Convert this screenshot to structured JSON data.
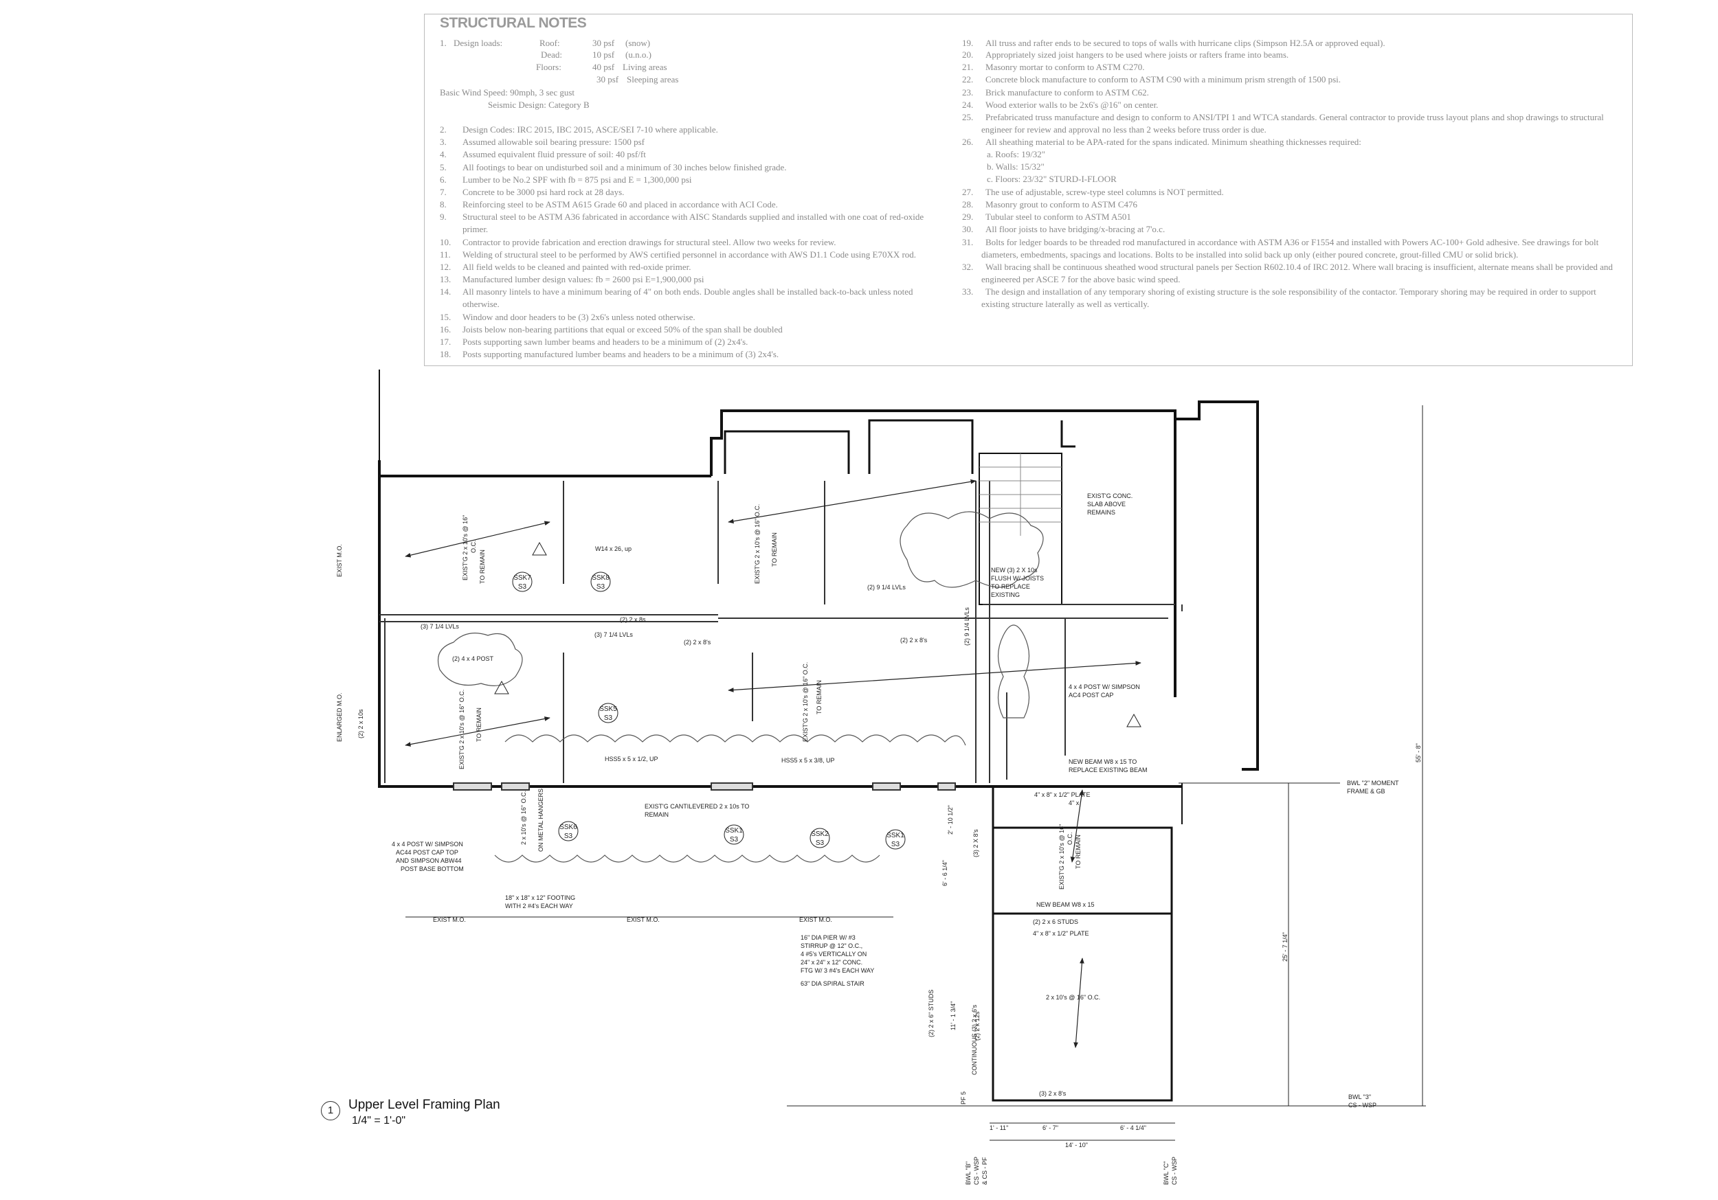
{
  "notes": {
    "title": "STRUCTURAL NOTES",
    "left": [
      {
        "n": "1.",
        "t": "Design loads:"
      },
      {
        "t": "Roof:"
      },
      {
        "t": "30 psf"
      },
      {
        "t": "(snow)"
      },
      {
        "t": "Dead:"
      },
      {
        "t": "10 psf"
      },
      {
        "t": "(u.n.o.)"
      },
      {
        "t": "Floors:"
      },
      {
        "t": "40 psf"
      },
      {
        "t": "Living areas"
      },
      {
        "t": "30 psf"
      },
      {
        "t": "Sleeping areas"
      },
      {
        "t": "Basic Wind Speed:   90mph, 3 sec gust"
      },
      {
        "t": "Seismic Design:  Category B"
      },
      {
        "n": "2.",
        "t": "Design Codes: IRC 2015,  IBC 2015, ASCE/SEI 7-10 where applicable."
      },
      {
        "n": "3.",
        "t": "Assumed allowable soil bearing pressure:  1500 psf"
      },
      {
        "n": "4.",
        "t": "Assumed equivalent fluid pressure of soil: 40 psf/ft"
      },
      {
        "n": "5.",
        "t": "All footings to bear on undisturbed soil and a minimum of 30 inches below finished grade."
      },
      {
        "n": "6.",
        "t": "Lumber to be No.2 SPF with fb = 875 psi and E = 1,300,000 psi"
      },
      {
        "n": "7.",
        "t": "Concrete to be 3000 psi hard rock at 28 days."
      },
      {
        "n": "8.",
        "t": "Reinforcing steel to be ASTM A615 Grade 60 and placed in accordance with ACI Code."
      },
      {
        "n": "9.",
        "t": "Structural steel to be ASTM A36 fabricated in accordance with AISC Standards supplied and installed with one coat of red-oxide"
      },
      {
        "t": "primer."
      },
      {
        "n": "10.",
        "t": "Contractor to provide fabrication and erection drawings for structural steel.  Allow two weeks for review."
      },
      {
        "n": "11.",
        "t": "Welding of structural steel to be performed by AWS certified personnel in accordance with AWS D1.1 Code using E70XX rod."
      },
      {
        "n": "12.",
        "t": "All field welds to be cleaned and painted with red-oxide primer."
      },
      {
        "n": "13.",
        "t": "Manufactured lumber design values:  fb = 2600 psi   E=1,900,000 psi"
      },
      {
        "n": "14.",
        "t": "All masonry lintels to have a minimum bearing of 4\" on both ends.  Double angles shall be installed back-to-back unless noted"
      },
      {
        "t": "otherwise."
      },
      {
        "n": "15.",
        "t": "Window and door headers to be (3) 2x6's unless noted otherwise."
      },
      {
        "n": "16.",
        "t": "Joists below non-bearing partitions that equal or exceed 50% of the span shall be doubled"
      },
      {
        "n": "17.",
        "t": "Posts supporting sawn lumber beams and headers to be a minimum of (2) 2x4's."
      },
      {
        "n": "18.",
        "t": "Posts supporting manufactured lumber beams and headers to be a minimum of (3) 2x4's."
      }
    ],
    "right": [
      {
        "n": "19.",
        "t": "All truss and rafter ends to be secured to tops of walls with hurricane clips (Simpson H2.5A or approved equal)."
      },
      {
        "n": "20.",
        "t": "Appropriately sized joist hangers to be used where joists or rafters frame into beams."
      },
      {
        "n": "21.",
        "t": "Masonry mortar to conform to ASTM C270."
      },
      {
        "n": "22.",
        "t": "Concrete block manufacture to conform to ASTM C90 with a minimum prism strength of 1500 psi."
      },
      {
        "n": "23.",
        "t": "Brick manufacture to conform to ASTM C62."
      },
      {
        "n": "24.",
        "t": "Wood exterior walls to be 2x6's @16\" on center."
      },
      {
        "n": "25.",
        "t": "Prefabricated truss manufacture and design to conform to ANSI/TPI 1 and WTCA standards.  General contractor to provide truss layout plans and shop drawings to structural"
      },
      {
        "t": "engineer for review and approval no less than 2 weeks before truss order is due."
      },
      {
        "n": "26.",
        "t": "All sheathing material to be APA-rated for the spans indicated.  Minimum sheathing thicknesses required:"
      },
      {
        "t": "a. Roofs: 19/32\""
      },
      {
        "t": "b. Walls: 15/32\""
      },
      {
        "t": "c. Floors: 23/32\" STURD-I-FLOOR"
      },
      {
        "n": "27.",
        "t": "The use of adjustable, screw-type steel columns is NOT permitted."
      },
      {
        "n": "28.",
        "t": "Masonry grout to conform to ASTM C476"
      },
      {
        "n": "29.",
        "t": "Tubular steel to conform to ASTM A501"
      },
      {
        "n": "30.",
        "t": "All floor joists to have bridging/x-bracing at 7'o.c."
      },
      {
        "n": "31.",
        "t": "Bolts for ledger boards to be threaded rod manufactured in accordance with ASTM A36 or F1554 and installed with Powers AC-100+ Gold adhesive.  See drawings for bolt"
      },
      {
        "t": "diameters, embedments, spacings and locations.  Bolts to be installed into solid back up only (either poured concrete, grout-filled CMU or solid brick)."
      },
      {
        "n": "32.",
        "t": "Wall bracing shall be continuous sheathed wood structural panels per Section R602.10.4 of IRC 2012.  Where wall bracing is insufficient, alternate means shall be provided and"
      },
      {
        "t": "engineered per ASCE 7 for the above basic wind speed."
      },
      {
        "n": "33.",
        "t": "The design and installation of any temporary shoring of existing structure is the sole responsibility of  the contactor.  Temporary shoring may be required in order to support"
      },
      {
        "t": "existing structure laterally as well as vertically."
      }
    ]
  },
  "plan": {
    "title": "Upper Level Framing Plan",
    "scale": "1/4\" = 1'-0\"",
    "number": "1",
    "labels": {
      "exist_mo_left": "EXIST M.O.",
      "enlarged_mo": "ENLARGED M.O.",
      "two_2x10s": "(2) 2 x 10s",
      "joists_a_1": "EXIST'G 2 x 10's @ 16\"",
      "joists_a_2": "O.C.",
      "joists_a_3": "TO REMAIN",
      "joists_b_1": "EXIST'G 2 x 10's @ 16\" O.C.",
      "joists_b_2": "TO REMAIN",
      "joists_c_1": "EXIST'G 2 x 10's @ 16\" O.C.",
      "joists_c_2": "TO REMAIN",
      "joists_d_1": "EXIST'G 2 x 10's @ 16\" O.C.",
      "joists_d_2": "TO REMAIN",
      "joists_e_1": "EXIST'G 2 x 10's @ 16\"",
      "joists_e_2": "O.C.",
      "joists_e_3": "TO REMAIN",
      "w14": "W14 x 26, up",
      "two_2x8s_a": "(2) 2 x 8s",
      "lvl_714_a": "(3) 7 1/4 LVLs",
      "lvl_714_b": "(3) 7 1/4 LVLs",
      "post_2x4x4": "(2) 4 x 4 POST",
      "two_2x8s_b": "(2) 2 x 8's",
      "two_2x8s_c": "(2) 2 x 8's",
      "lvl_914_a": "(2) 9 1/4 LVLs",
      "lvl_914_b": "(2) 9 1/4 LVLs",
      "new_3_2x10_1": "NEW (3) 2 X 10s",
      "new_3_2x10_2": "FLUSH W/ JOISTS",
      "new_3_2x10_3": "TO REPLACE",
      "new_3_2x10_4": "EXISTING",
      "slab_1": "EXIST'G  CONC.",
      "slab_2": "SLAB ABOVE",
      "slab_3": "REMAINS",
      "post_cap_1": "4 x 4 POST W/ SIMPSON",
      "post_cap_2": "AC4 POST CAP",
      "hss_a": "HSS5 x 5 x 1/2, UP",
      "hss_b": "HSS5 x 5 x 3/8, UP",
      "new_beam_a_1": "NEW BEAM W8 x 15 TO",
      "new_beam_a_2": "REPLACE EXISTING BEAM",
      "plate_a": "4\" x 8\" x 1/2\" PLATE",
      "plate_a2": "4\" x",
      "bwl_2_1": "BWL \"2\" MOMENT",
      "bwl_2_2": "FRAME & GB",
      "cantilever_1": "EXIST'G CANTILEVERED 2 x 10s TO",
      "cantilever_2": "REMAIN",
      "hangers": "ON METAL HANGERS",
      "joists_f": "2 x 10's @ 16\" O.C.",
      "post_left_1": "4 x 4 POST W/ SIMPSON",
      "post_left_2": "AC44 POST CAP TOP",
      "post_left_3": "AND SIMPSON ABW44",
      "post_left_4": "POST BASE BOTTOM",
      "footing_1": "18\" x 18\" x 12\" FOOTING",
      "footing_2": "WITH 2 #4's EACH WAY",
      "exist_mo_a": "EXIST M.O.",
      "exist_mo_b": "EXIST M.O.",
      "exist_mo_c": "EXIST M.O.",
      "pier_1": "16\" DIA PIER W/ #3",
      "pier_2": "STIRRUP @ 12\" O.C.,",
      "pier_3": "4 #5's VERTICALLY  ON",
      "pier_4": "24\" x 24\" x 12\" CONC.",
      "pier_5": "FTG W/ 3 #4's EACH WAY",
      "spiral": "63\" DIA SPIRAL STAIR",
      "two_2x8s_d": "(3) 2 X 8's",
      "new_beam_b": "NEW BEAM  W8 x 15",
      "studs_2x6": "(2) 2 x 6 STUDS",
      "plate_b": "4\" x 8\" x 1/2\" PLATE",
      "joists_g": "2 x 10's @ 16\" O.C.",
      "two_2x12": "(2) 2 x 12s",
      "studs_left": "(2) 2 x 6\" STUDS",
      "continuous": "CONTINUOUS (3) 2 x 6's",
      "three_2x8s": "(3) 2 x 8's",
      "pf5": "PF 5",
      "dim_2_10": "2' - 10 1/2\"",
      "dim_6_614": "6' - 6 1/4\"",
      "dim_11_134": "11' - 1 3/4\"",
      "dim_55_8": "55' - 8\"",
      "dim_25_714": "25' - 7 1/4\"",
      "dim_1_11": "1' - 11\"",
      "dim_6_7": "6' - 7\"",
      "dim_6_414": "6' - 4 1/4\"",
      "dim_14_10": "14' - 10\"",
      "bwl_3_1": "BWL \"3\"",
      "bwl_3_2": "CS - WSP",
      "bwl_b_1": "BWL \"B\"",
      "bwl_b_2": "CS - WSP",
      "bwl_b_3": "& CS - PF",
      "bwl_c_1": "BWL \"C\"",
      "bwl_c_2": "CS - WSP",
      "s3": "S3",
      "ssk7": "SSK7",
      "ssk8": "SSK8",
      "ssk5": "SSK5",
      "ssk6": "SSK6",
      "ssk1": "SSK1",
      "ssk2": "SSK2"
    }
  }
}
